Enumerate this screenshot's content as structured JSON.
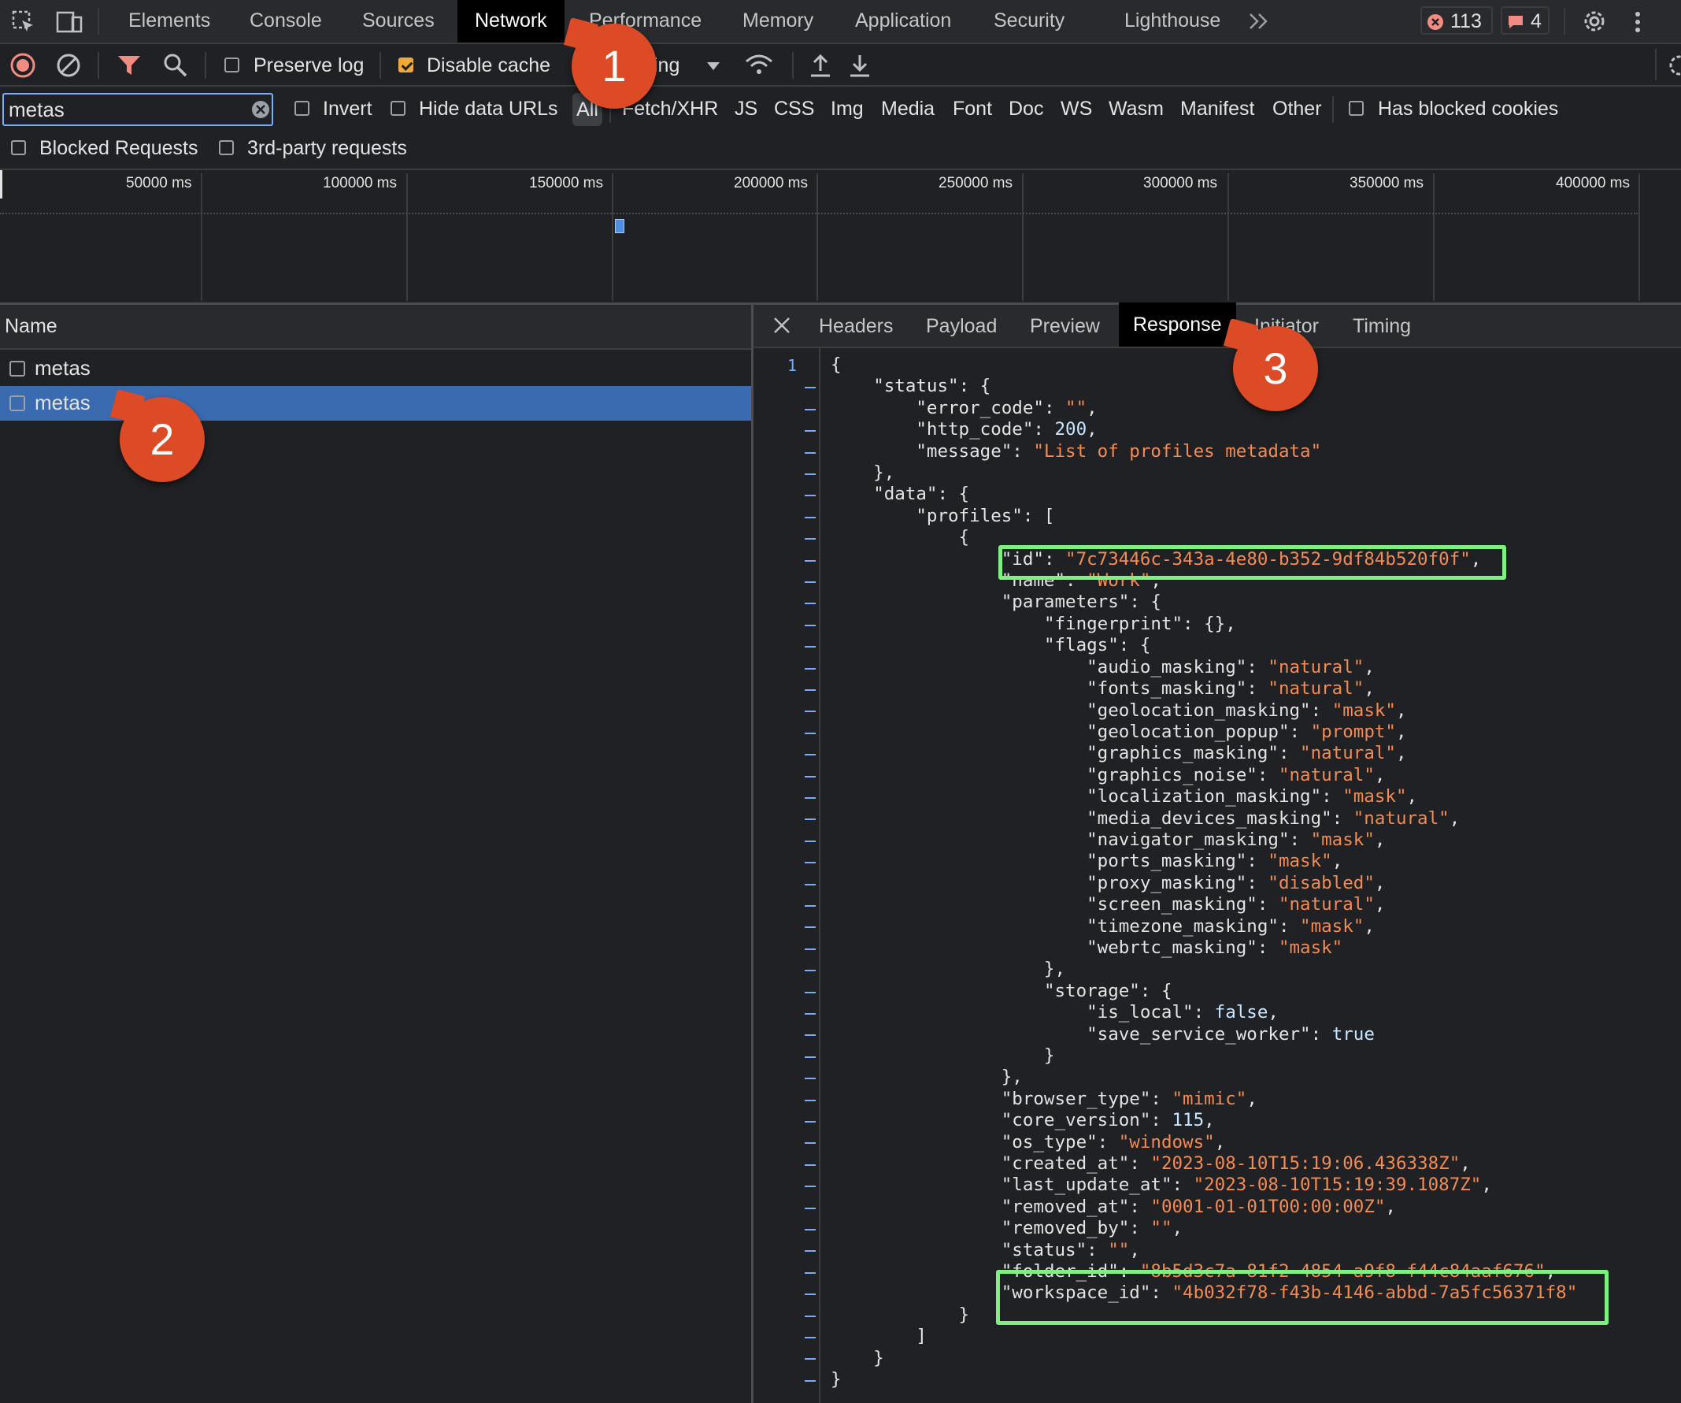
{
  "tabs": [
    {
      "label": "Elements"
    },
    {
      "label": "Console"
    },
    {
      "label": "Sources"
    },
    {
      "label": "Network"
    },
    {
      "label": "Performance"
    },
    {
      "label": "Memory"
    },
    {
      "label": "Application"
    },
    {
      "label": "Security"
    },
    {
      "label": "Lighthouse"
    }
  ],
  "status": {
    "errors": "113",
    "warnings": "4"
  },
  "toolbar": {
    "preserve_log": "Preserve log",
    "disable_cache": "Disable cache",
    "throttle": "ing"
  },
  "filter": {
    "value": "metas",
    "invert": "Invert",
    "hide_data_urls": "Hide data URLs",
    "all": "All",
    "has_blocked_cookies": "Has blocked cookies",
    "blocked_requests": "Blocked Requests",
    "third_party": "3rd-party requests"
  },
  "types": [
    "Fetch/XHR",
    "JS",
    "CSS",
    "Img",
    "Media",
    "Font",
    "Doc",
    "WS",
    "Wasm",
    "Manifest",
    "Other"
  ],
  "timeline": {
    "ticks": [
      "50000 ms",
      "100000 ms",
      "150000 ms",
      "200000 ms",
      "250000 ms",
      "300000 ms",
      "350000 ms",
      "400000 ms"
    ]
  },
  "request_list": {
    "header": "Name",
    "rows": [
      "metas",
      "metas"
    ]
  },
  "detail_tabs": [
    "Headers",
    "Payload",
    "Preview",
    "Response",
    "Initiator",
    "Timing"
  ],
  "response": {
    "line_number": "1",
    "lines": [
      "{",
      "    \"status\": {",
      "        \"error_code\": \"\",",
      "        \"http_code\": 200,",
      "        \"message\": \"List of profiles metadata\"",
      "    },",
      "    \"data\": {",
      "        \"profiles\": [",
      "            {",
      "                \"id\": \"7c73446c-343a-4e80-b352-9df84b520f0f\",",
      "                \"name\": \"Work\",",
      "                \"parameters\": {",
      "                    \"fingerprint\": {},",
      "                    \"flags\": {",
      "                        \"audio_masking\": \"natural\",",
      "                        \"fonts_masking\": \"natural\",",
      "                        \"geolocation_masking\": \"mask\",",
      "                        \"geolocation_popup\": \"prompt\",",
      "                        \"graphics_masking\": \"natural\",",
      "                        \"graphics_noise\": \"natural\",",
      "                        \"localization_masking\": \"mask\",",
      "                        \"media_devices_masking\": \"natural\",",
      "                        \"navigator_masking\": \"mask\",",
      "                        \"ports_masking\": \"mask\",",
      "                        \"proxy_masking\": \"disabled\",",
      "                        \"screen_masking\": \"natural\",",
      "                        \"timezone_masking\": \"mask\",",
      "                        \"webrtc_masking\": \"mask\"",
      "                    },",
      "                    \"storage\": {",
      "                        \"is_local\": false,",
      "                        \"save_service_worker\": true",
      "                    }",
      "                },",
      "                \"browser_type\": \"mimic\",",
      "                \"core_version\": 115,",
      "                \"os_type\": \"windows\",",
      "                \"created_at\": \"2023-08-10T15:19:06.436338Z\",",
      "                \"last_update_at\": \"2023-08-10T15:19:39.1087Z\",",
      "                \"removed_at\": \"0001-01-01T00:00:00Z\",",
      "                \"removed_by\": \"\",",
      "                \"status\": \"\",",
      "                \"folder_id\": \"8b5d3c7a-81f2-4854-a9f8-f44c84aaf676\",",
      "                \"workspace_id\": \"4b032f78-f43b-4146-abbd-7a5fc56371f8\"",
      "            }",
      "        ]",
      "    }",
      "}"
    ]
  },
  "annotations": [
    "1",
    "2",
    "3"
  ],
  "colors": {
    "highlight": "#7ef07f",
    "badge": "#dc4a26",
    "selected_row": "#3a6ab0",
    "string": "#f28b54"
  }
}
